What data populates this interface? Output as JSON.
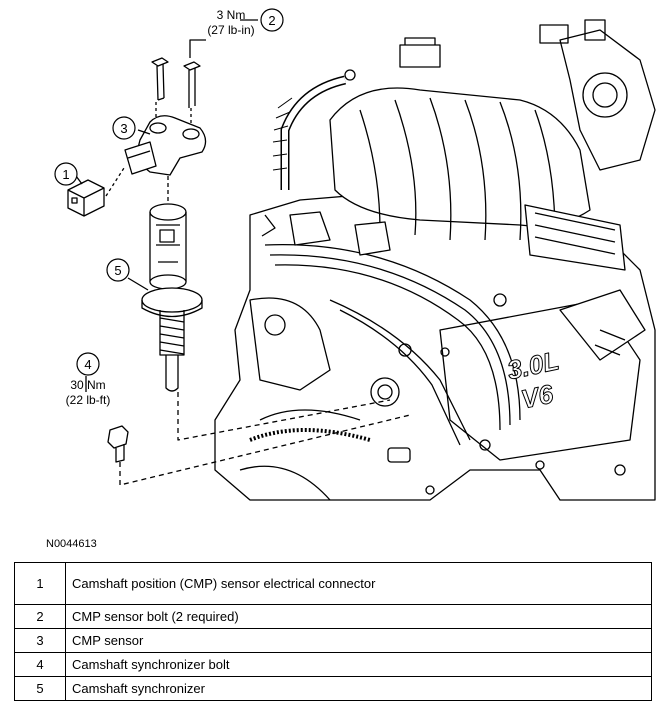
{
  "callouts": [
    {
      "id": "1"
    },
    {
      "id": "2"
    },
    {
      "id": "3"
    },
    {
      "id": "4"
    },
    {
      "id": "5"
    }
  ],
  "torque": {
    "bolt_cmp": {
      "line1": "3 Nm",
      "line2": "(27 lb-in)"
    },
    "bolt_sync": {
      "line1": "30 Nm",
      "line2": "(22 lb-ft)"
    }
  },
  "engine_badge": {
    "line1": "3.0L",
    "line2": "V6"
  },
  "figure_id": "N0044613",
  "legend": [
    {
      "num": "1",
      "desc": "Camshaft position (CMP) sensor electrical connector"
    },
    {
      "num": "2",
      "desc": "CMP sensor bolt (2 required)"
    },
    {
      "num": "3",
      "desc": "CMP sensor"
    },
    {
      "num": "4",
      "desc": "Camshaft synchronizer bolt"
    },
    {
      "num": "5",
      "desc": "Camshaft synchronizer"
    }
  ]
}
